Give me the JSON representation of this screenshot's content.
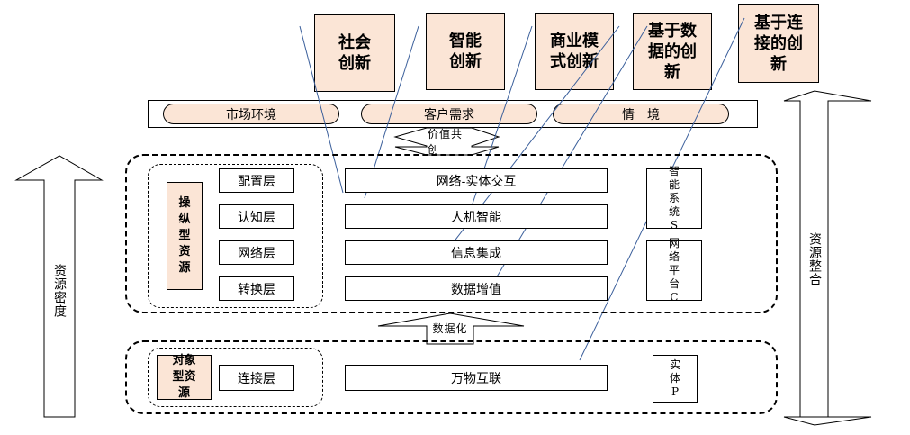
{
  "innovations": [
    "社会\n创新",
    "智能\n创新",
    "商业模\n式创新",
    "基于数\n据的创\n新",
    "基于连\n接的创\n新"
  ],
  "context_bar": {
    "items": [
      "市场环境",
      "客户需求",
      "情　境"
    ]
  },
  "arrows": {
    "value_co_creation": "价值共创",
    "dataization": "数据化",
    "resource_density": "资源密度",
    "resource_integration": "资源整合"
  },
  "platform": {
    "manipulative_resource": "操\n纵\n型\n资\n源",
    "layers": [
      "配置层",
      "认知层",
      "网络层",
      "转换层"
    ],
    "functions": [
      "网络-实体交互",
      "人机智能",
      "信息集成",
      "数据增值"
    ],
    "smart_system": "智\n能\n系\n统\nS",
    "network_platform": "网\n络\n平\n台\nC"
  },
  "physical": {
    "object_resource": "对象\n型资\n源",
    "layer": "连接层",
    "function": "万物互联",
    "entity": "实\n体\nP"
  }
}
